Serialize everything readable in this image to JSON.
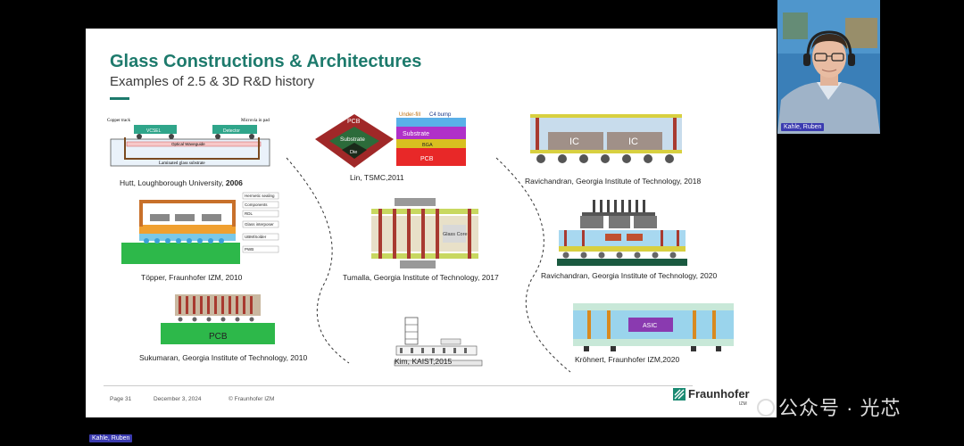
{
  "slide": {
    "title": "Glass Constructions & Architectures",
    "subtitle": "Examples of 2.5 & 3D R&D history",
    "footer": {
      "page": "Page 31",
      "date": "December 3, 2024",
      "copyright": "© Fraunhofer IZM"
    },
    "logo": {
      "name": "Fraunhofer",
      "sub": "IZM"
    },
    "figures": [
      {
        "caption_text": "Hutt, Loughborough University, ",
        "caption_year": "2006",
        "labels": {
          "vcsel": "VCSEL",
          "detector": "Detector",
          "copper_track": "Copper track",
          "microvia": "Microvia in pad",
          "waveguide": "Optical Waveguide",
          "substrate": "Laminated glass substrate"
        }
      },
      {
        "caption": "Töpper, Fraunhofer IZM, 2010",
        "labels": [
          "Hermetic sealing",
          "Components",
          "RDL",
          "Glass interposer",
          "UBM/Solder",
          "PWB"
        ]
      },
      {
        "caption": "Sukumaran, Georgia Institute of Technology, 2010",
        "labels": {
          "pcb": "PCB"
        }
      },
      {
        "caption": "Lin, TSMC,2011",
        "labels": {
          "pcb1": "PCB",
          "substrate1": "Substrate",
          "die": "Die",
          "underfill": "Under-fill",
          "c4bump": "C4 bump",
          "substrate2": "Substrate",
          "bga": "BGA",
          "pcb2": "PCB"
        }
      },
      {
        "caption": "Tumalla, Georgia Institute of Technology, 2017",
        "labels": {
          "glass_core": "Glass Core"
        }
      },
      {
        "caption": "Kim, KAIST,2015"
      },
      {
        "caption": "Ravichandran, Georgia Institute of Technology, 2018",
        "labels": {
          "ic1": "IC",
          "ic2": "IC"
        }
      },
      {
        "caption": "Ravichandran, Georgia Institute of Technology, 2020"
      },
      {
        "caption": "Kröhnert, Fraunhofer IZM,2020",
        "labels": {
          "asic": "ASIC"
        }
      }
    ]
  },
  "participant": {
    "name": "Kahle, Ruben"
  },
  "watermark": {
    "text": "公众号 · 光芯"
  },
  "colors": {
    "accent": "#1d7a6c",
    "pcb_green": "#2db84a",
    "name_tag": "#3b3bb0"
  }
}
